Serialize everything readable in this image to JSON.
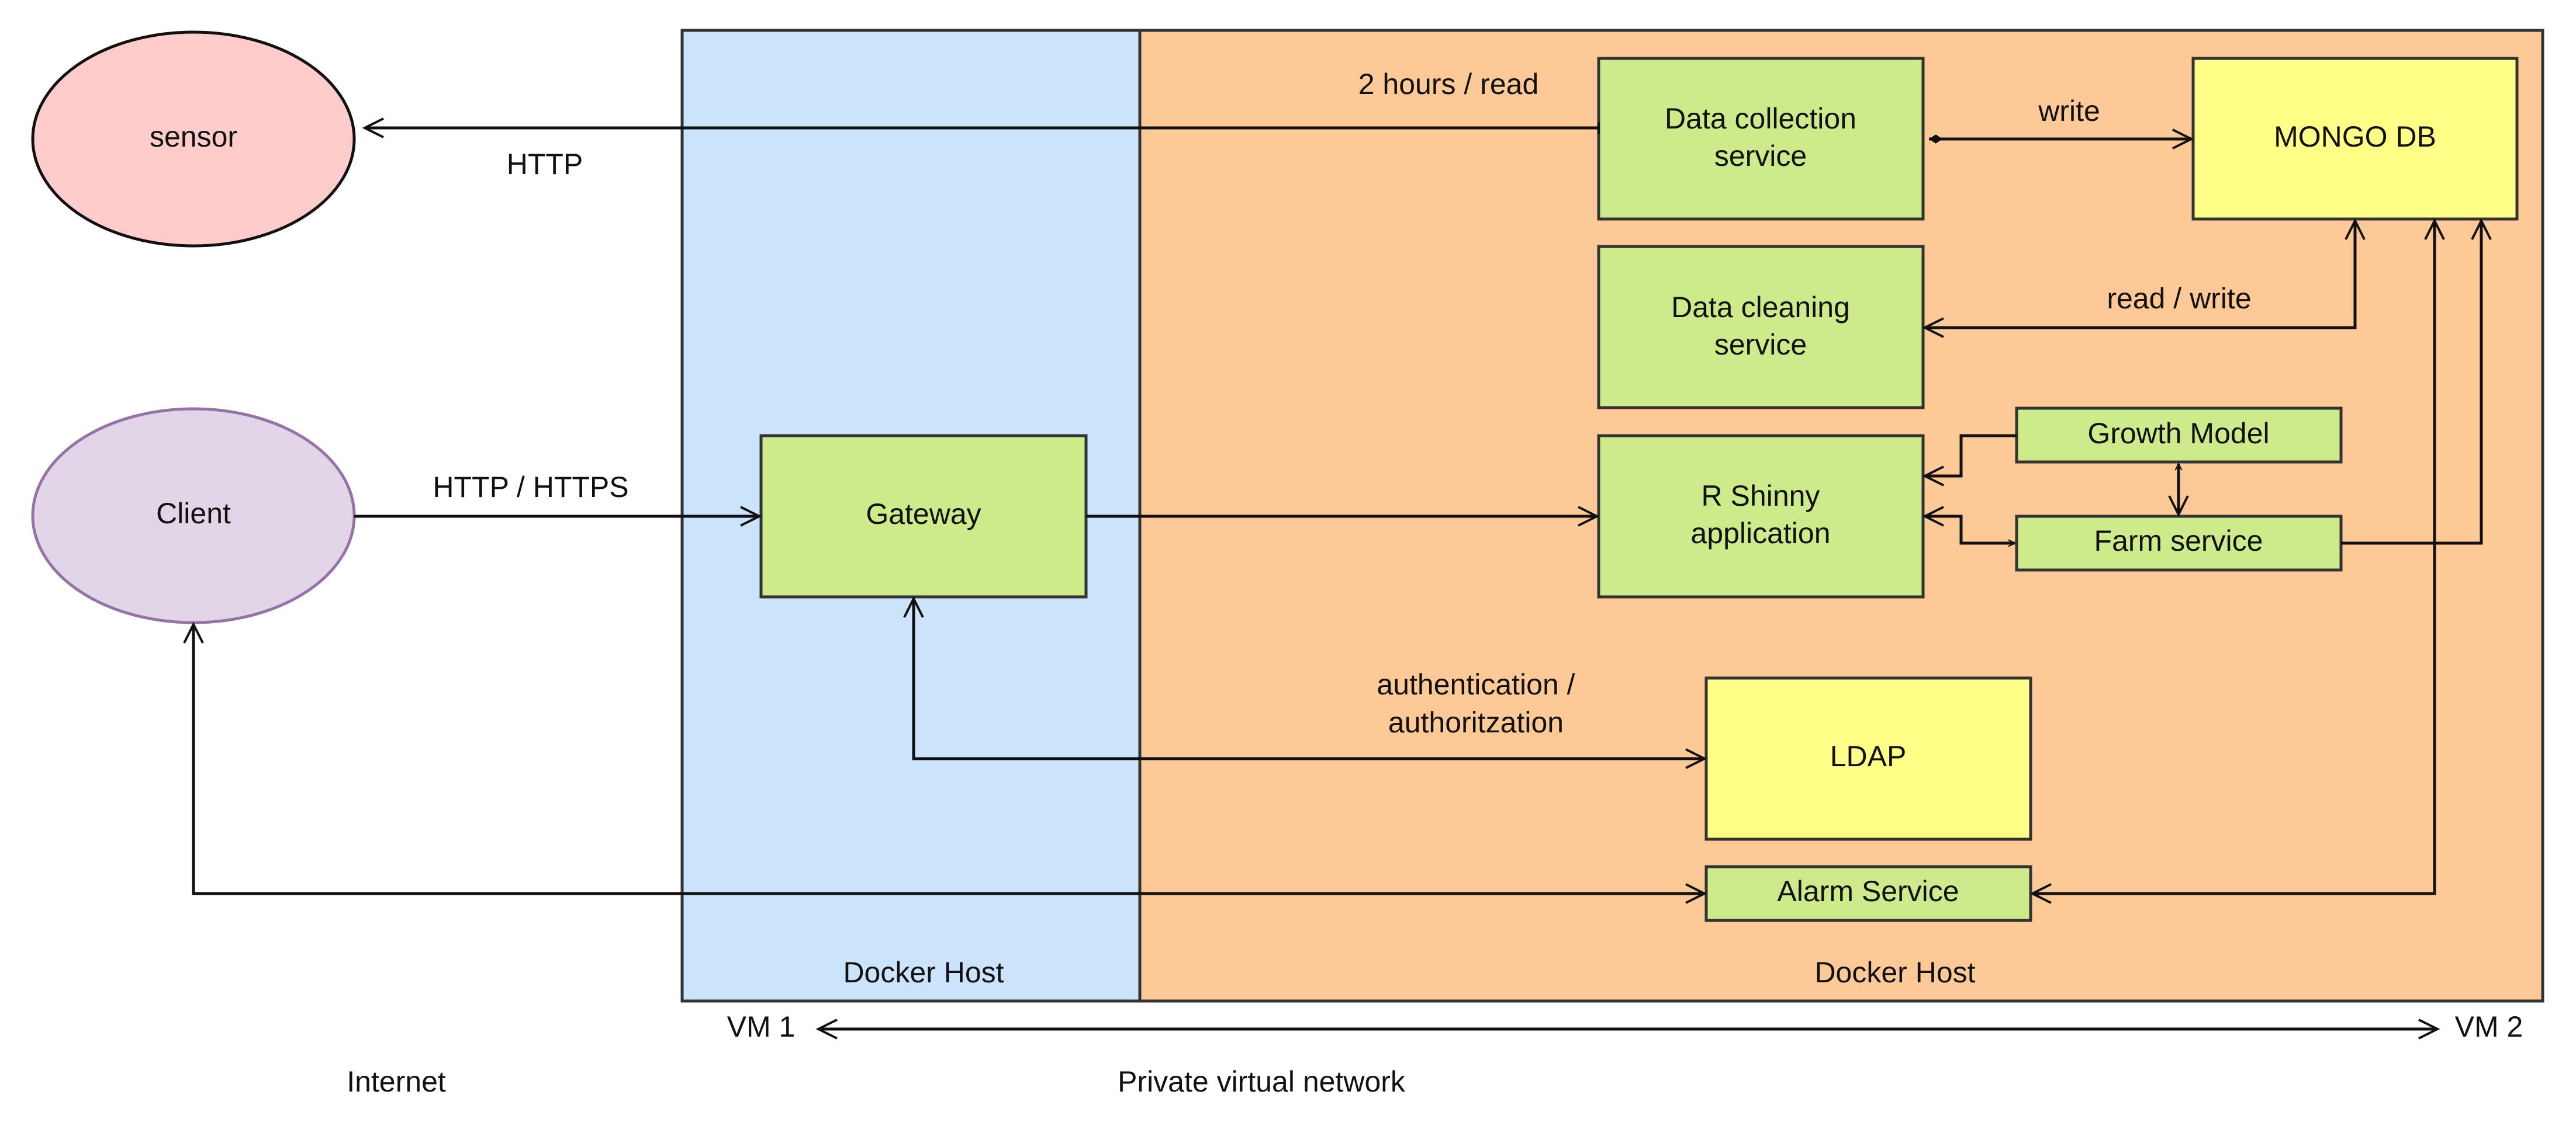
{
  "colors": {
    "vm1_host_fill": "#cce4fb",
    "vm2_host_fill": "#fdc997",
    "service_fill": "#cdeb8b",
    "db_fill": "#ffff88",
    "sensor_fill": "#ffcccc",
    "client_fill": "#e1d5e7",
    "client_stroke": "#9673a6",
    "line": "#111111"
  },
  "nodes": {
    "sensor": "sensor",
    "client": "Client",
    "gateway": "Gateway",
    "data_collection": [
      "Data collection",
      "service"
    ],
    "data_cleaning": [
      "Data cleaning",
      "service"
    ],
    "r_shiny": [
      "R Shinny",
      "application"
    ],
    "mongo": "MONGO DB",
    "growth_model": "Growth Model",
    "farm_service": "Farm service",
    "ldap": "LDAP",
    "alarm": "Alarm Service"
  },
  "regions": {
    "vm1_host": "Docker Host",
    "vm2_host": "Docker Host",
    "vm1": "VM 1",
    "vm2": "VM 2",
    "internet": "Internet",
    "private_network": "Private virtual network"
  },
  "edge_labels": {
    "sensor_http": "HTTP",
    "collection_interval": "2 hours / read",
    "write": "write",
    "read_write": "read / write",
    "client_http": "HTTP / HTTPS",
    "auth": [
      "authentication /",
      "authoritzation"
    ]
  }
}
